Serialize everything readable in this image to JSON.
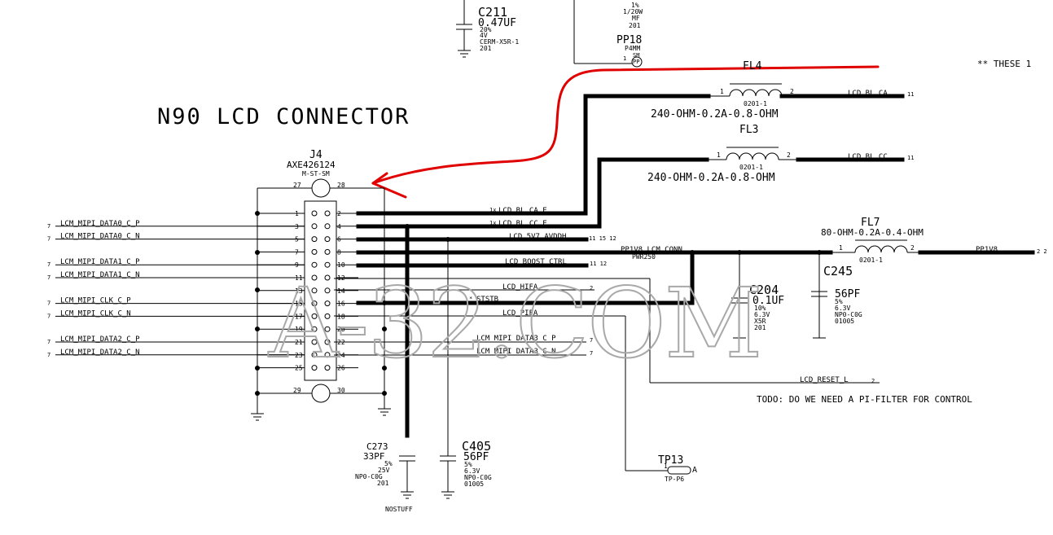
{
  "title": "N90 LCD CONNECTOR",
  "note_these": "** THESE 1",
  "todo": "TODO: DO WE NEED A PI-FILTER FOR CONTROL",
  "watermark": "A-32.COM",
  "annotation_color": "#e00000",
  "connector": {
    "ref": "J4",
    "part": "AXE426124",
    "footprint": "M-ST-SM",
    "pins_left": [
      "27",
      "1",
      "3",
      "5",
      "7",
      "9",
      "11",
      "13",
      "15",
      "17",
      "19",
      "21",
      "23",
      "25",
      "29"
    ],
    "pins_right": [
      "28",
      "2",
      "4",
      "6",
      "8",
      "10",
      "12",
      "14",
      "16",
      "18",
      "20",
      "22",
      "24",
      "26",
      "30"
    ]
  },
  "left_nets": [
    {
      "net": "LCM_MIPI_DATA0_C_P",
      "page": "7"
    },
    {
      "net": "LCM_MIPI_DATA0_C_N",
      "page": "7"
    },
    {
      "net": "LCM_MIPI_DATA1_C_P",
      "page": "7"
    },
    {
      "net": "LCM_MIPI_DATA1_C_N",
      "page": "7"
    },
    {
      "net": "LCM_MIPI_CLK_C_P",
      "page": "7"
    },
    {
      "net": "LCM_MIPI_CLK_C_N",
      "page": "7"
    },
    {
      "net": "LCM_MIPI_DATA2_C_P",
      "page": "7"
    },
    {
      "net": "LCM_MIPI_DATA2_C_N",
      "page": "7"
    }
  ],
  "right_nets": [
    {
      "net": "LCD_BL_CA_F",
      "prefix": "1x"
    },
    {
      "net": "LCD_BL_CC_F",
      "prefix": "1x"
    },
    {
      "net": "LCD_5V7_AVDDH",
      "page": "11 15 12"
    },
    {
      "net": "PP1V8_LCM_CONN",
      "sub": "PWR250"
    },
    {
      "net": "LCD_BOOST_CTRL",
      "page": "11 12"
    },
    {
      "net": "LCD_HIFA",
      "page": "2"
    },
    {
      "net": "STSTB",
      "prefix": "*"
    },
    {
      "net": "LCD_PIFA"
    },
    {
      "net": "LCM_MIPI_DATA3_C_P",
      "page": "7"
    },
    {
      "net": "LCM_MIPI_DATA3_C_N",
      "page": "7"
    },
    {
      "net": "LCD_RESET_L",
      "page": "2"
    }
  ],
  "fl4": {
    "ref": "FL4",
    "size": "0201-1",
    "value": "240-OHM-0.2A-0.8-OHM",
    "pin1": "1",
    "pin2": "2",
    "net_out": "LCD_BL_CA",
    "page": "11"
  },
  "fl3": {
    "ref": "FL3",
    "size": "0201-1",
    "value": "240-OHM-0.2A-0.8-OHM",
    "pin1": "1",
    "pin2": "2",
    "net_out": "LCD_BL_CC",
    "page": "11"
  },
  "fl7": {
    "ref": "FL7",
    "size": "0201-1",
    "value": "80-OHM-0.2A-0.4-OHM",
    "pin1": "1",
    "pin2": "2",
    "net_out": "PP1V8",
    "page": "2 2"
  },
  "c211": {
    "ref": "C211",
    "value": "0.47UF",
    "tol": "20%",
    "volt": "4V",
    "diel": "CERM-X5R-1",
    "size": "201"
  },
  "r_top": {
    "tol": "1%",
    "power": "1/20W",
    "type": "MF",
    "size": "201"
  },
  "pp18": {
    "ref": "PP18",
    "size": "P4MM",
    "type": "SM",
    "pin": "1",
    "label": "PP"
  },
  "c204": {
    "ref": "C204",
    "value": "0.1UF",
    "tol": "10%",
    "volt": "6.3V",
    "diel": "X5R",
    "size": "201"
  },
  "c245": {
    "ref": "C245",
    "value": "56PF",
    "tol": "5%",
    "volt": "6.3V",
    "diel": "NP0-C0G",
    "size": "01005"
  },
  "c273": {
    "ref": "C273",
    "value": "33PF",
    "tol": "5%",
    "volt": "25V",
    "diel": "NP0-C0G",
    "size": "201",
    "note": "NOSTUFF"
  },
  "c405": {
    "ref": "C405",
    "value": "56PF",
    "tol": "5%",
    "volt": "6.3V",
    "diel": "NP0-C0G",
    "size": "01005"
  },
  "tp13": {
    "ref": "TP13",
    "type": "TP-P6",
    "pin": "1",
    "label": "A"
  }
}
